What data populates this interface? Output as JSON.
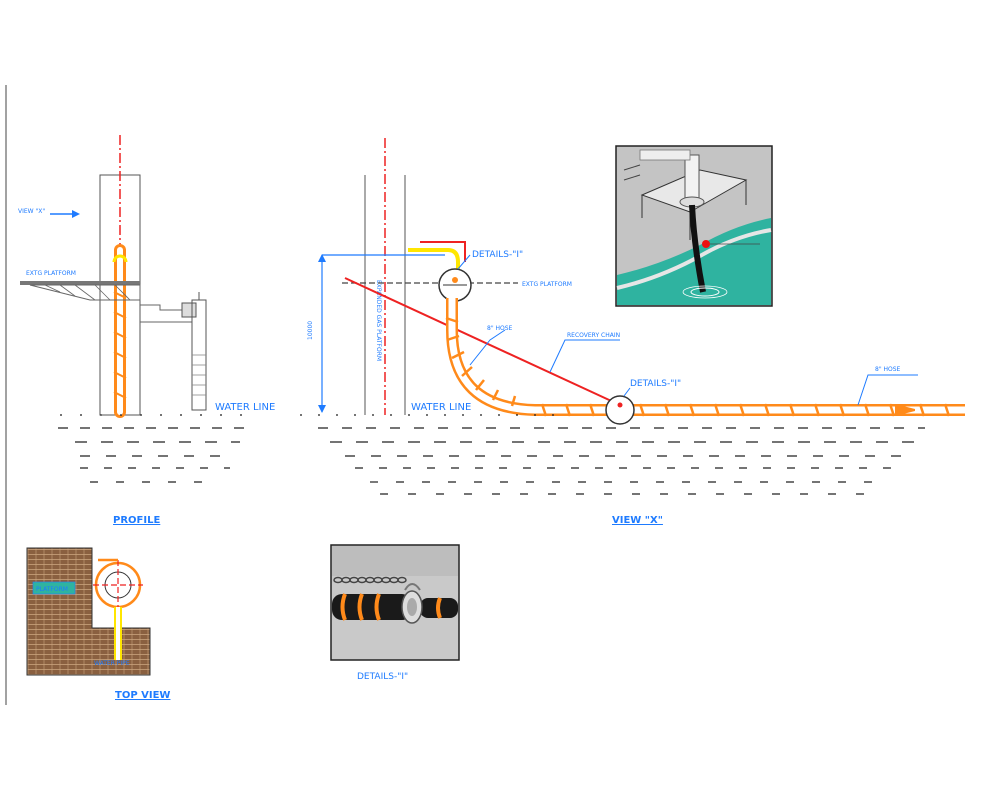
{
  "labels": {
    "view_x_arrow": "VIEW \"X\"",
    "profile_platform": "EXTG PLATFORM",
    "profile_water_line": "WATER LINE",
    "profile_title": "PROFILE",
    "view_details_top": "DETAILS-\"I\"",
    "view_platform": "EXTG PLATFORM",
    "view_hose_left": "8\" HOSE",
    "view_recovery_chain": "RECOVERY CHAIN",
    "view_details_mid": "DETAILS-\"I\"",
    "view_hose_right": "8\" HOSE",
    "view_water_line": "WATER LINE",
    "view_title": "VIEW \"X\"",
    "top_view_platform": "PLATFORM",
    "top_view_sub": "WATER PIPE",
    "top_view_title": "TOP VIEW",
    "details_caption": "DETAILS-\"I\"",
    "riser_label": "EXPANDED GAS PLATFORM",
    "dimension_value": "10000"
  },
  "colors": {
    "annotation_blue": "#1e7bff",
    "centerline_red": "#ee2222",
    "hose_orange": "#ff8a1a",
    "hose_yellow": "#ffe600",
    "water_teal": "#2fb3a0",
    "deck_brown": "#8a6040",
    "photo_gray": "#c8c8c8"
  }
}
